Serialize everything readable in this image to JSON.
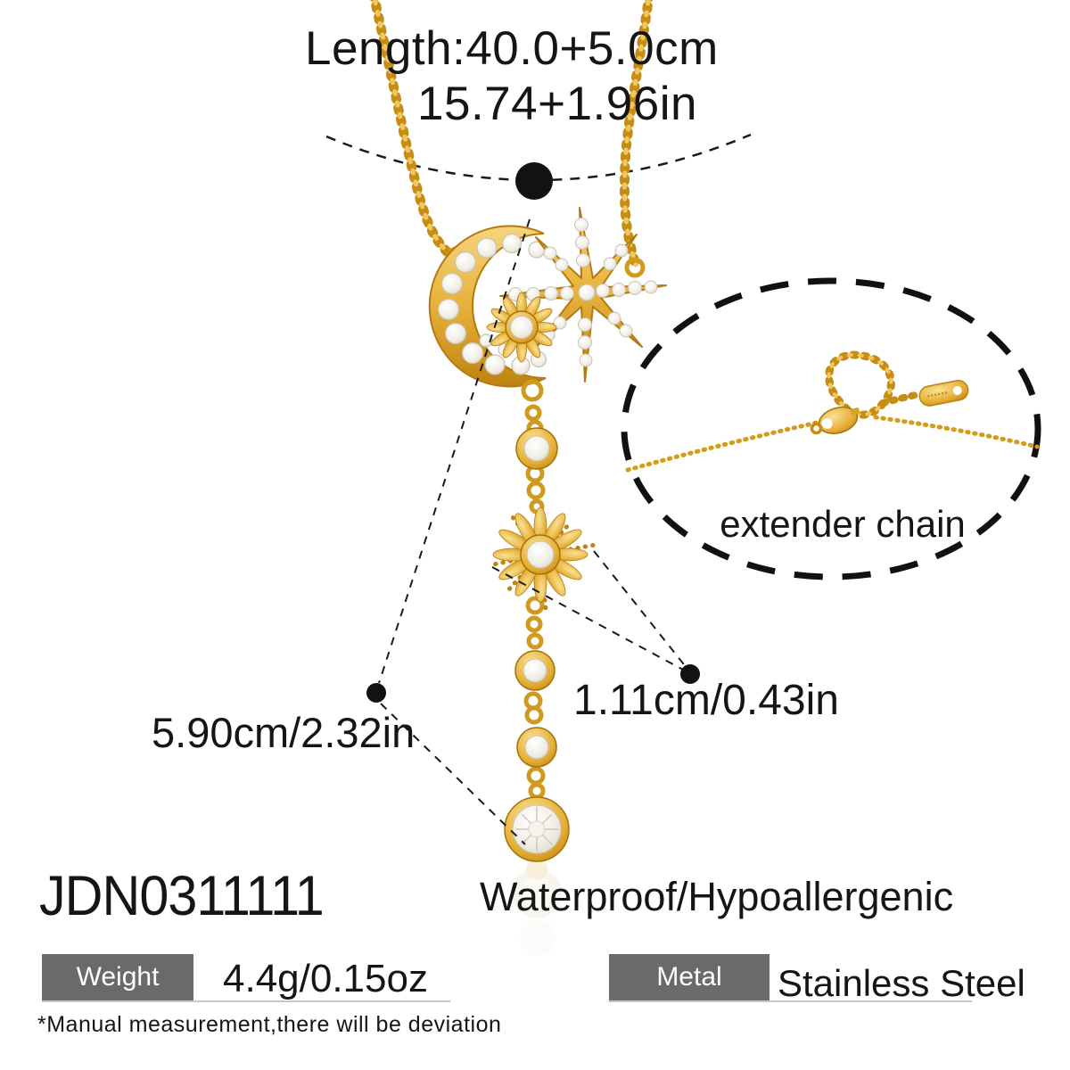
{
  "annotations": {
    "length_line1": "Length:40.0+5.0cm",
    "length_line2": "15.74+1.96in",
    "extender_label": "extender chain",
    "charm_size": "1.11cm/0.43in",
    "drop_length": "5.90cm/2.32in"
  },
  "product": {
    "sku": "JDN0311111",
    "claim": "Waterproof/Hypoallergenic"
  },
  "specs": {
    "weight": {
      "label": "Weight",
      "value": "4.4g/0.15oz"
    },
    "metal": {
      "label": "Metal",
      "value": "Stainless Steel"
    }
  },
  "footnote": "*Manual measurement,there will be deviation",
  "colors": {
    "gold": "#e3aa2e",
    "gold_light": "#f8dd8a",
    "gold_dark": "#b97f10",
    "crystal": "#f4f2ec",
    "label_box": "#6a6a6a",
    "annotation_ink": "#111111"
  }
}
